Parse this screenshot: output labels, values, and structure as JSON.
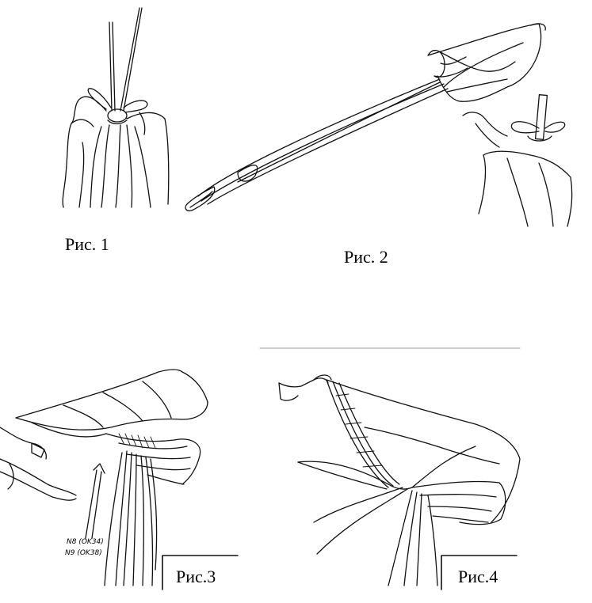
{
  "figures": [
    {
      "caption": "Рис. 1"
    },
    {
      "caption": "Рис. 2"
    },
    {
      "caption": "Рис.3",
      "callouts": [
        "N8 (OK34)",
        "N9 (OK38)"
      ]
    },
    {
      "caption": "Рис.4"
    }
  ],
  "colors": {
    "ink": "#111111",
    "paper": "#ffffff",
    "rule": "#999999"
  }
}
